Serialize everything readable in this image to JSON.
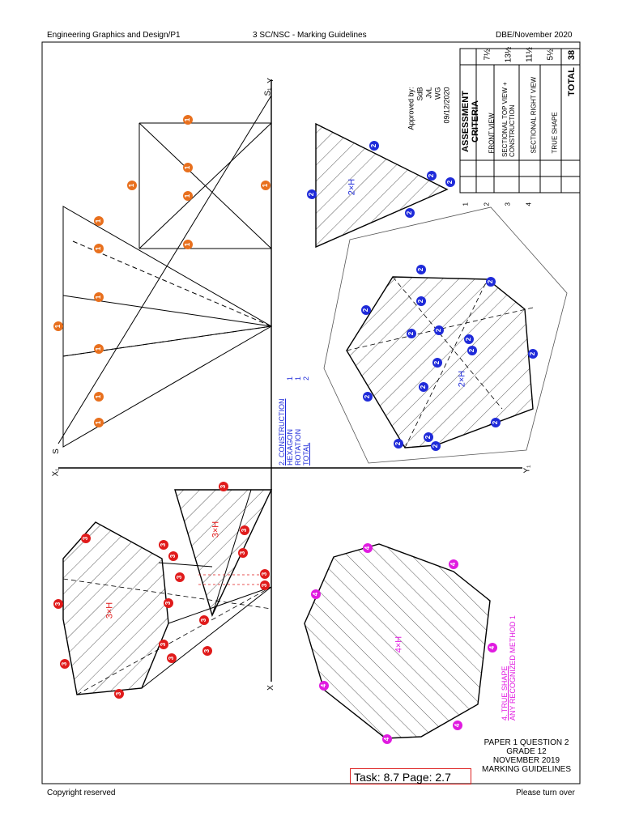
{
  "header": {
    "left": "Engineering Graphics and Design/P1",
    "center": "3 SC/NSC - Marking Guidelines",
    "right": "DBE/November 2020"
  },
  "footer": {
    "left": "Copyright reserved",
    "right": "Please turn over"
  },
  "approval": {
    "heading": "Approved by:",
    "names": [
      "SdB",
      "JvL",
      "WG"
    ],
    "date": "09/12/2020"
  },
  "assessment": {
    "heading": "ASSESSMENT CRITERIA",
    "rows": [
      {
        "no": "1",
        "label": "FRONT VIEW",
        "mark": "7½"
      },
      {
        "no": "2",
        "label": "SECTIONAL TOP VIEW + CONSTRUCTION",
        "mark": "13½"
      },
      {
        "no": "3",
        "label": "SECTIONAL RIGHT VIEW",
        "mark": "11½"
      },
      {
        "no": "4",
        "label": "TRUE SHAPE",
        "mark": "5½"
      }
    ],
    "total_label": "TOTAL",
    "total_value": "38"
  },
  "construction_note": {
    "title": "2. CONSTRUCTION",
    "lines": [
      {
        "label": "HEXAGON",
        "mark": "1"
      },
      {
        "label": "ROTATION",
        "mark": "1"
      },
      {
        "label": "TOTAL",
        "mark": "2"
      }
    ]
  },
  "true_shape_note": {
    "line1": "4. TRUE SHAPE",
    "line2": "ANY RECOGNIZED METHOD 1"
  },
  "labels": {
    "x": "X",
    "y": "Y",
    "x1": "X₁",
    "y1": "Y₁",
    "s": "S",
    "s1": "S₁",
    "hatch_mark": "H",
    "hatch_2": "2×H",
    "hatch_3": "3×H",
    "hatch_4": "4×H"
  },
  "marker_values": {
    "front": "1",
    "top": "2",
    "right": "3",
    "true": "4"
  },
  "marker_colors": {
    "front": "#e8701e",
    "top": "#1f2bd9",
    "right": "#e01b1b",
    "true": "#e01be0"
  },
  "title_block": {
    "lines": [
      "PAPER 1 QUESTION 2",
      "GRADE 12",
      "NOVEMBER 2019",
      "MARKING GUIDELINES"
    ]
  },
  "task": {
    "text": "Task: 8.7 Page: 2.7"
  }
}
